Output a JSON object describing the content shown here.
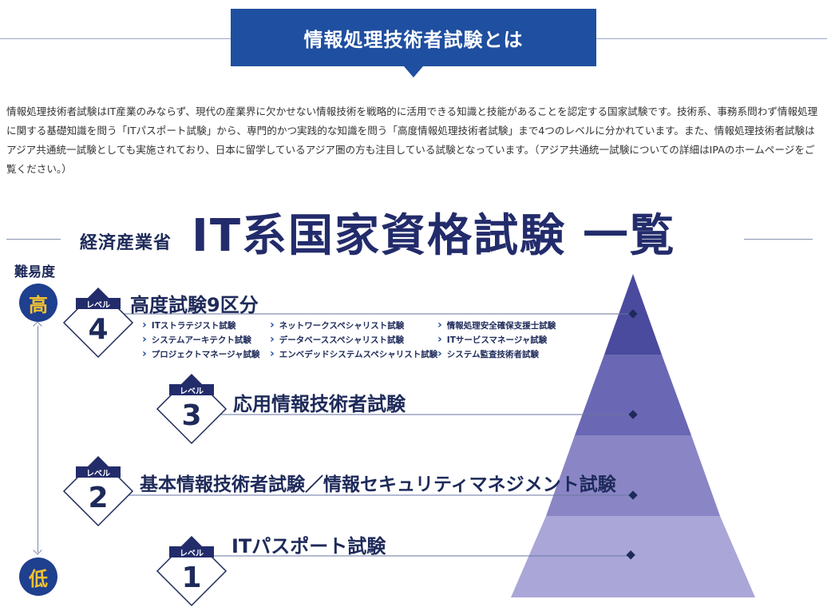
{
  "header": {
    "title": "情報処理技術者試験とは"
  },
  "intro": {
    "text": "情報処理技術者試験はIT産業のみならず、現代の産業界に欠かせない情報技術を戦略的に活用できる知識と技能があることを認定する国家試験です。技術系、事務系問わず情報処理に関する基礎知識を問う「ITパスポート試験」から、専門的かつ実践的な知識を問う「高度情報処理技術者試験」まで4つのレベルに分かれています。また、情報処理技術者試験はアジア共通統一試験としても実施されており、日本に留学しているアジア圏の方も注目している試験となっています。（アジア共通統一試験についての詳細はIPAのホームページをご覧ください。）"
  },
  "chart_title": {
    "sub": "経済産業省",
    "main": "IT系国家資格試験 一覧"
  },
  "difficulty": {
    "label": "難易度",
    "high": "高",
    "low": "低"
  },
  "level_tag": "レベル",
  "levels": [
    {
      "number": "4",
      "title": "高度試験9区分",
      "exams": [
        [
          "ITストラテジスト試験",
          "システムアーキテクト試験",
          "プロジェクトマネージャ試験"
        ],
        [
          "ネットワークスペシャリスト試験",
          "データベーススペシャリスト試験",
          "エンベデッドシステムスペシャリスト試験"
        ],
        [
          "情報処理安全確保支援士試験",
          "ITサービスマネージャ試験",
          "システム監査技術者試験"
        ]
      ]
    },
    {
      "number": "3",
      "title": "応用情報技術者試験"
    },
    {
      "number": "2",
      "title": "基本情報技術者試験／情報セキュリティマネジメント試験"
    },
    {
      "number": "1",
      "title": "ITパスポート試験"
    }
  ],
  "colors": {
    "header_bg": "#1f4fa0",
    "navy": "#1e2a5a",
    "accent_yellow": "#f2c230",
    "pyramid_tiers": [
      "#4a4a9e",
      "#6a67b4",
      "#8a86c6",
      "#aaa6d8"
    ]
  }
}
